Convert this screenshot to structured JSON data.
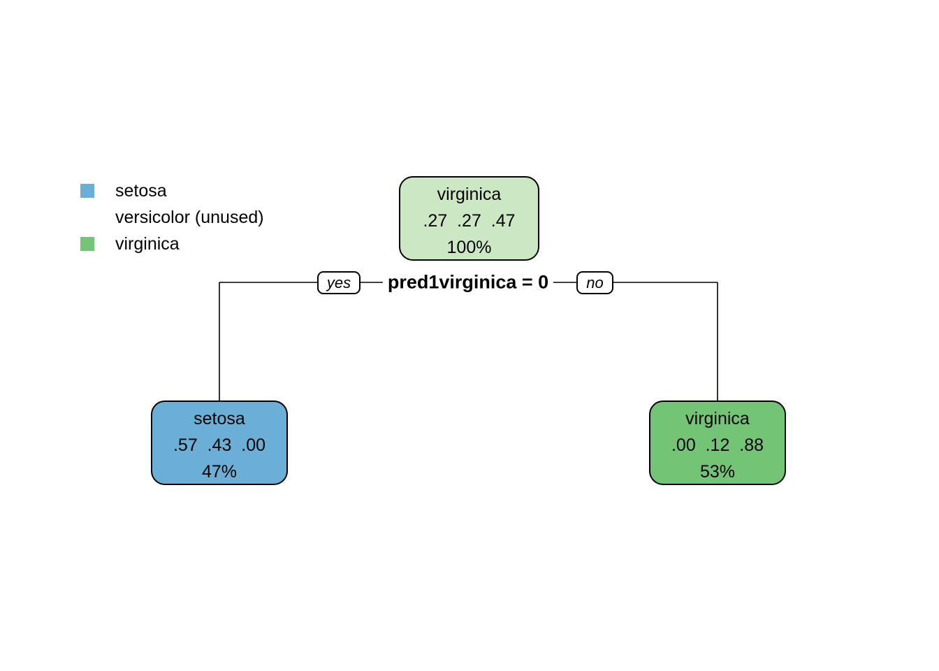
{
  "legend": {
    "items": [
      {
        "label": "setosa",
        "swatch": "#6BAED6"
      },
      {
        "label": "versicolor (unused)",
        "swatch": ""
      },
      {
        "label": "virginica",
        "swatch": "#74C476"
      }
    ]
  },
  "split": {
    "condition": "pred1virginica = 0",
    "yes_label": "yes",
    "no_label": "no"
  },
  "nodes": {
    "root": {
      "class_label": "virginica",
      "probs": ".27  .27  .47",
      "coverage": "100%",
      "fill": "#CBE8C2"
    },
    "left": {
      "class_label": "setosa",
      "probs": ".57  .43  .00",
      "coverage": "47%",
      "fill": "#6BAED6"
    },
    "right": {
      "class_label": "virginica",
      "probs": ".00  .12  .88",
      "coverage": "53%",
      "fill": "#74C476"
    }
  },
  "colors": {
    "background": "#FFFFFF",
    "node_border": "#000000",
    "branch_line": "#000000",
    "text": "#000000"
  }
}
